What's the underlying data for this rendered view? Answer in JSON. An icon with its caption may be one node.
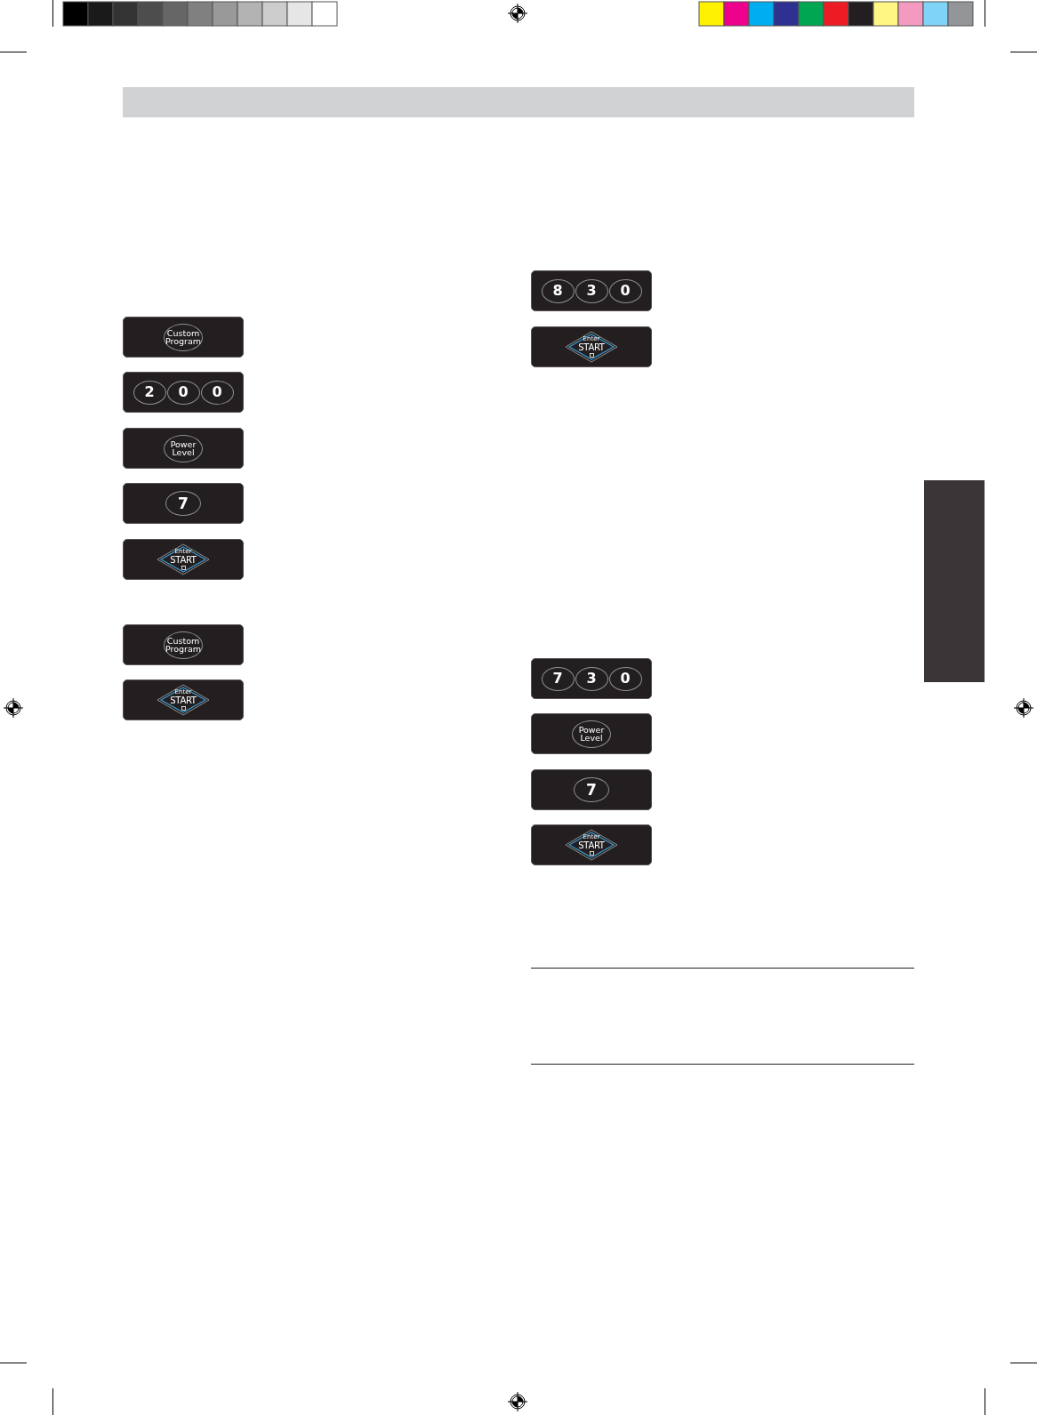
{
  "diagram": {
    "nodes": [
      {
        "text": [],
        "shape": "box"
      },
      {
        "text": [
          "Custom Program"
        ],
        "in": 0
      },
      {
        "text": [],
        "shape": "box"
      },
      {
        "text": [
          "2"
        ],
        "in": 2
      },
      {
        "text": [
          "0"
        ],
        "in": 2
      },
      {
        "text": [
          "0"
        ],
        "in": 2
      },
      {
        "text": [],
        "shape": "box"
      },
      {
        "text": [
          "Power Level"
        ],
        "in": 6
      },
      {
        "text": [],
        "shape": "box"
      },
      {
        "text": [
          "7"
        ],
        "in": 8
      },
      {
        "text": [],
        "shape": "box"
      },
      {
        "text": [
          "Enter",
          "START"
        ],
        "in": 10
      },
      {
        "text": [],
        "shape": "box"
      },
      {
        "text": [
          "Custom Program"
        ],
        "in": 12
      },
      {
        "text": [],
        "shape": "box"
      },
      {
        "text": [
          "Enter",
          "START"
        ],
        "in": 14
      },
      {
        "text": [],
        "shape": "box"
      },
      {
        "text": [
          "8"
        ],
        "in": 16
      },
      {
        "text": [
          "3"
        ],
        "in": 16
      },
      {
        "text": [
          "0"
        ],
        "in": 16
      },
      {
        "text": [],
        "shape": "box"
      },
      {
        "text": [
          "Enter",
          "START"
        ],
        "in": 20
      },
      {
        "text": [],
        "shape": "box"
      },
      {
        "text": [
          "7"
        ],
        "in": 22
      },
      {
        "text": [
          "3"
        ],
        "in": 22
      },
      {
        "text": [
          "0"
        ],
        "in": 22
      },
      {
        "text": [],
        "shape": "box"
      },
      {
        "text": [
          "Power Level"
        ],
        "in": 26
      },
      {
        "text": [],
        "shape": "box"
      },
      {
        "text": [
          "7"
        ],
        "in": 28
      },
      {
        "text": [],
        "shape": "box"
      },
      {
        "text": [
          "Enter",
          "START"
        ],
        "in": 30
      },
      {
        "text": [],
        "shape": "box"
      }
    ]
  }
}
